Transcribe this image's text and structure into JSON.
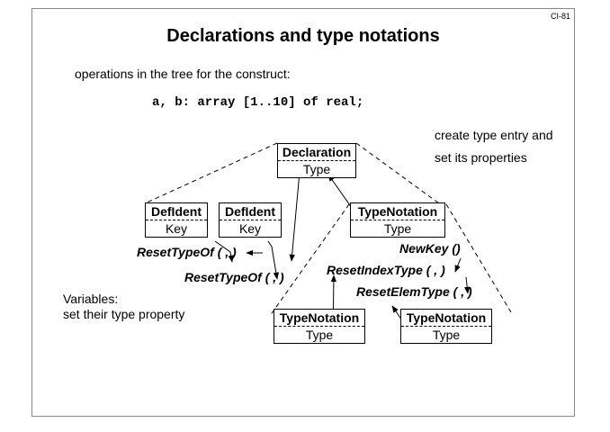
{
  "slide": {
    "id": "CI-81",
    "title": "Declarations and type notations",
    "intro": "operations in the tree for the construct:",
    "code": "a, b: array [1..10] of real;",
    "note_right": [
      "create type entry and",
      "set its properties"
    ],
    "note_left": [
      "Variables:",
      "set their type property"
    ]
  },
  "nodes": {
    "declaration": {
      "name": "Declaration",
      "attr": "Type"
    },
    "defident_a": {
      "name": "DefIdent",
      "attr": "Key"
    },
    "defident_b": {
      "name": "DefIdent",
      "attr": "Key"
    },
    "typenotation_array": {
      "name": "TypeNotation",
      "attr": "Type"
    },
    "typenotation_index": {
      "name": "TypeNotation",
      "attr": "Type"
    },
    "typenotation_elem": {
      "name": "TypeNotation",
      "attr": "Type"
    }
  },
  "operations": {
    "reset_type_of_1": "ResetTypeOf ( , )",
    "reset_type_of_2": "ResetTypeOf ( , )",
    "new_key": "NewKey ()",
    "reset_index_type": "ResetIndexType ( , )",
    "reset_elem_type": "ResetElemType ( , )"
  }
}
